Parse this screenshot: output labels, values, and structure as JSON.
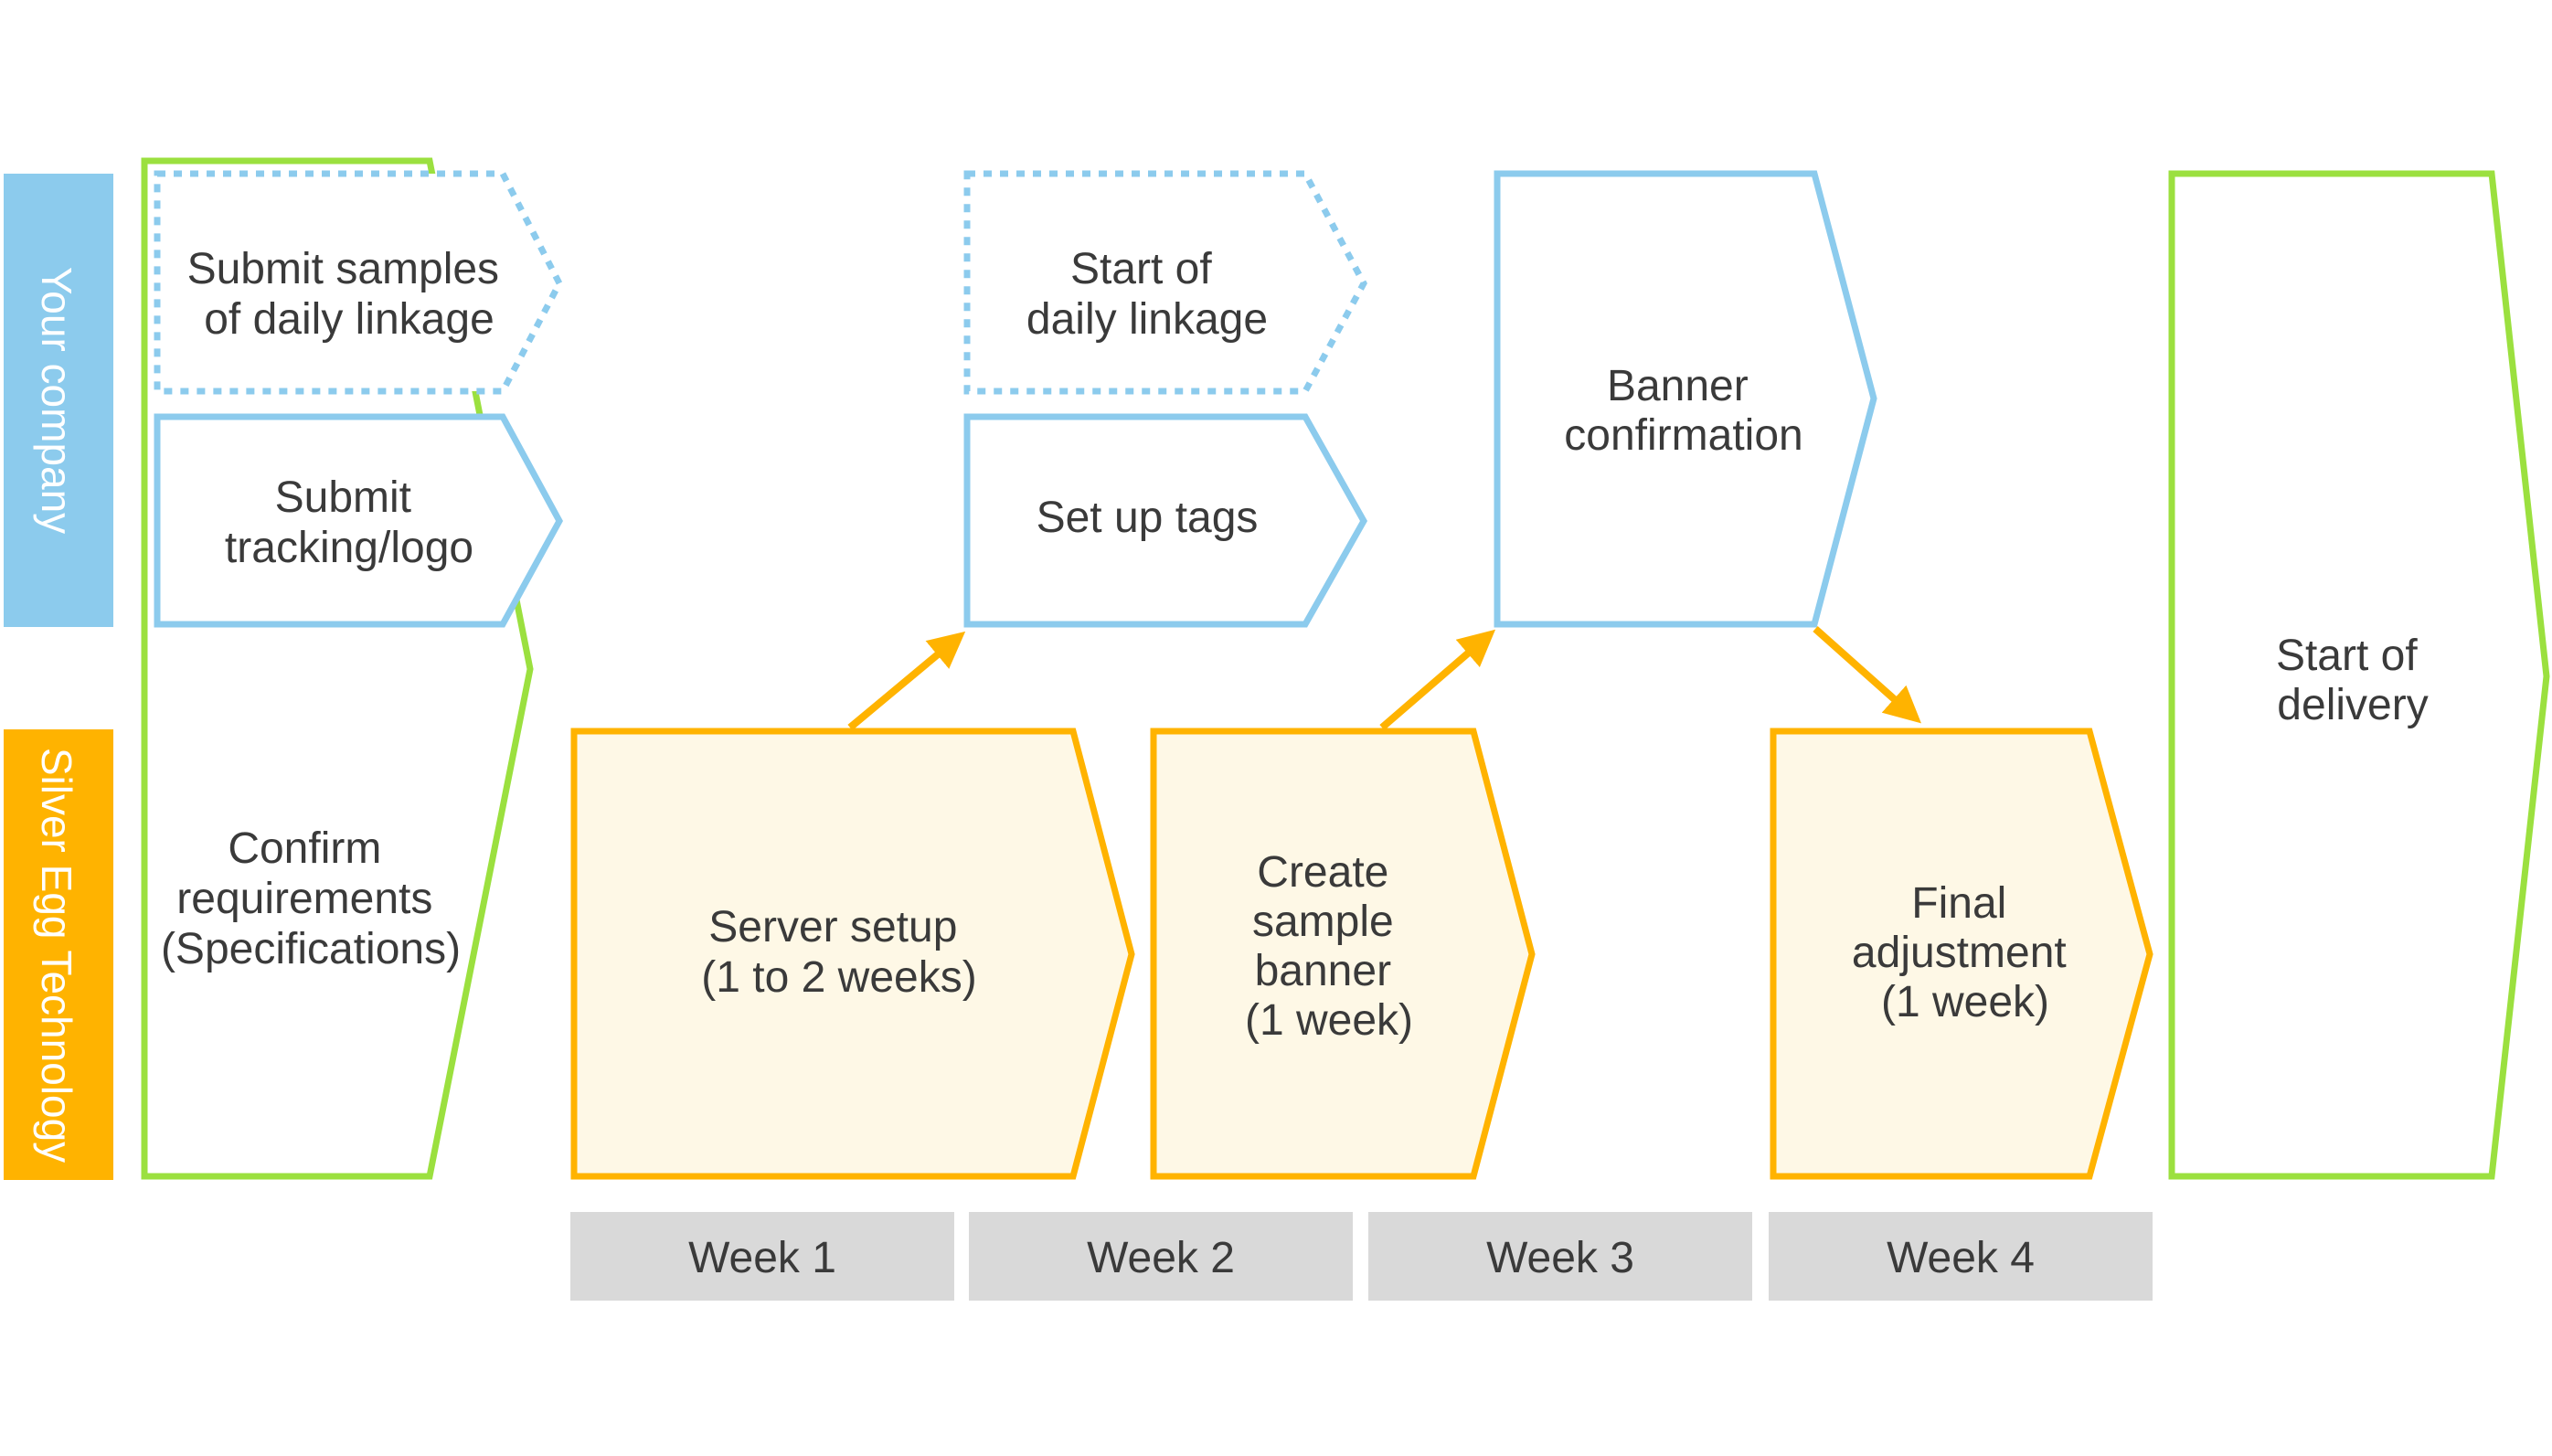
{
  "colors": {
    "company_lane": "#8ccbed",
    "silver_lane": "#ffb300",
    "blue_outline": "#8ccbed",
    "orange_outline": "#ffb300",
    "orange_fill": "#fef8e6",
    "green_outline": "#9be03f",
    "arrow": "#ffb300",
    "week_fill": "#d9d9d9",
    "text": "#3a3a3a",
    "lane_text": "#ffffff"
  },
  "lanes": {
    "company": "Your company",
    "silver_egg": "Silver Egg Technology"
  },
  "steps": {
    "confirm": [
      "Confirm",
      "requirements",
      "(Specifications)"
    ],
    "submit_samples": [
      "Submit samples",
      "of daily linkage"
    ],
    "submit_tracking": [
      "Submit",
      "tracking/logo"
    ],
    "server_setup": [
      "Server setup",
      "(1 to 2 weeks)"
    ],
    "start_linkage": [
      "Start of",
      "daily linkage"
    ],
    "set_up_tags": [
      "Set up tags"
    ],
    "create_banner": [
      "Create",
      "sample",
      "banner",
      "(1 week)"
    ],
    "banner_confirmation": [
      "Banner",
      "confirmation"
    ],
    "final_adjustment": [
      "Final",
      "adjustment",
      "(1 week)"
    ],
    "start_delivery": [
      "Start of",
      "delivery"
    ]
  },
  "weeks": [
    "Week 1",
    "Week 2",
    "Week 3",
    "Week 4"
  ]
}
